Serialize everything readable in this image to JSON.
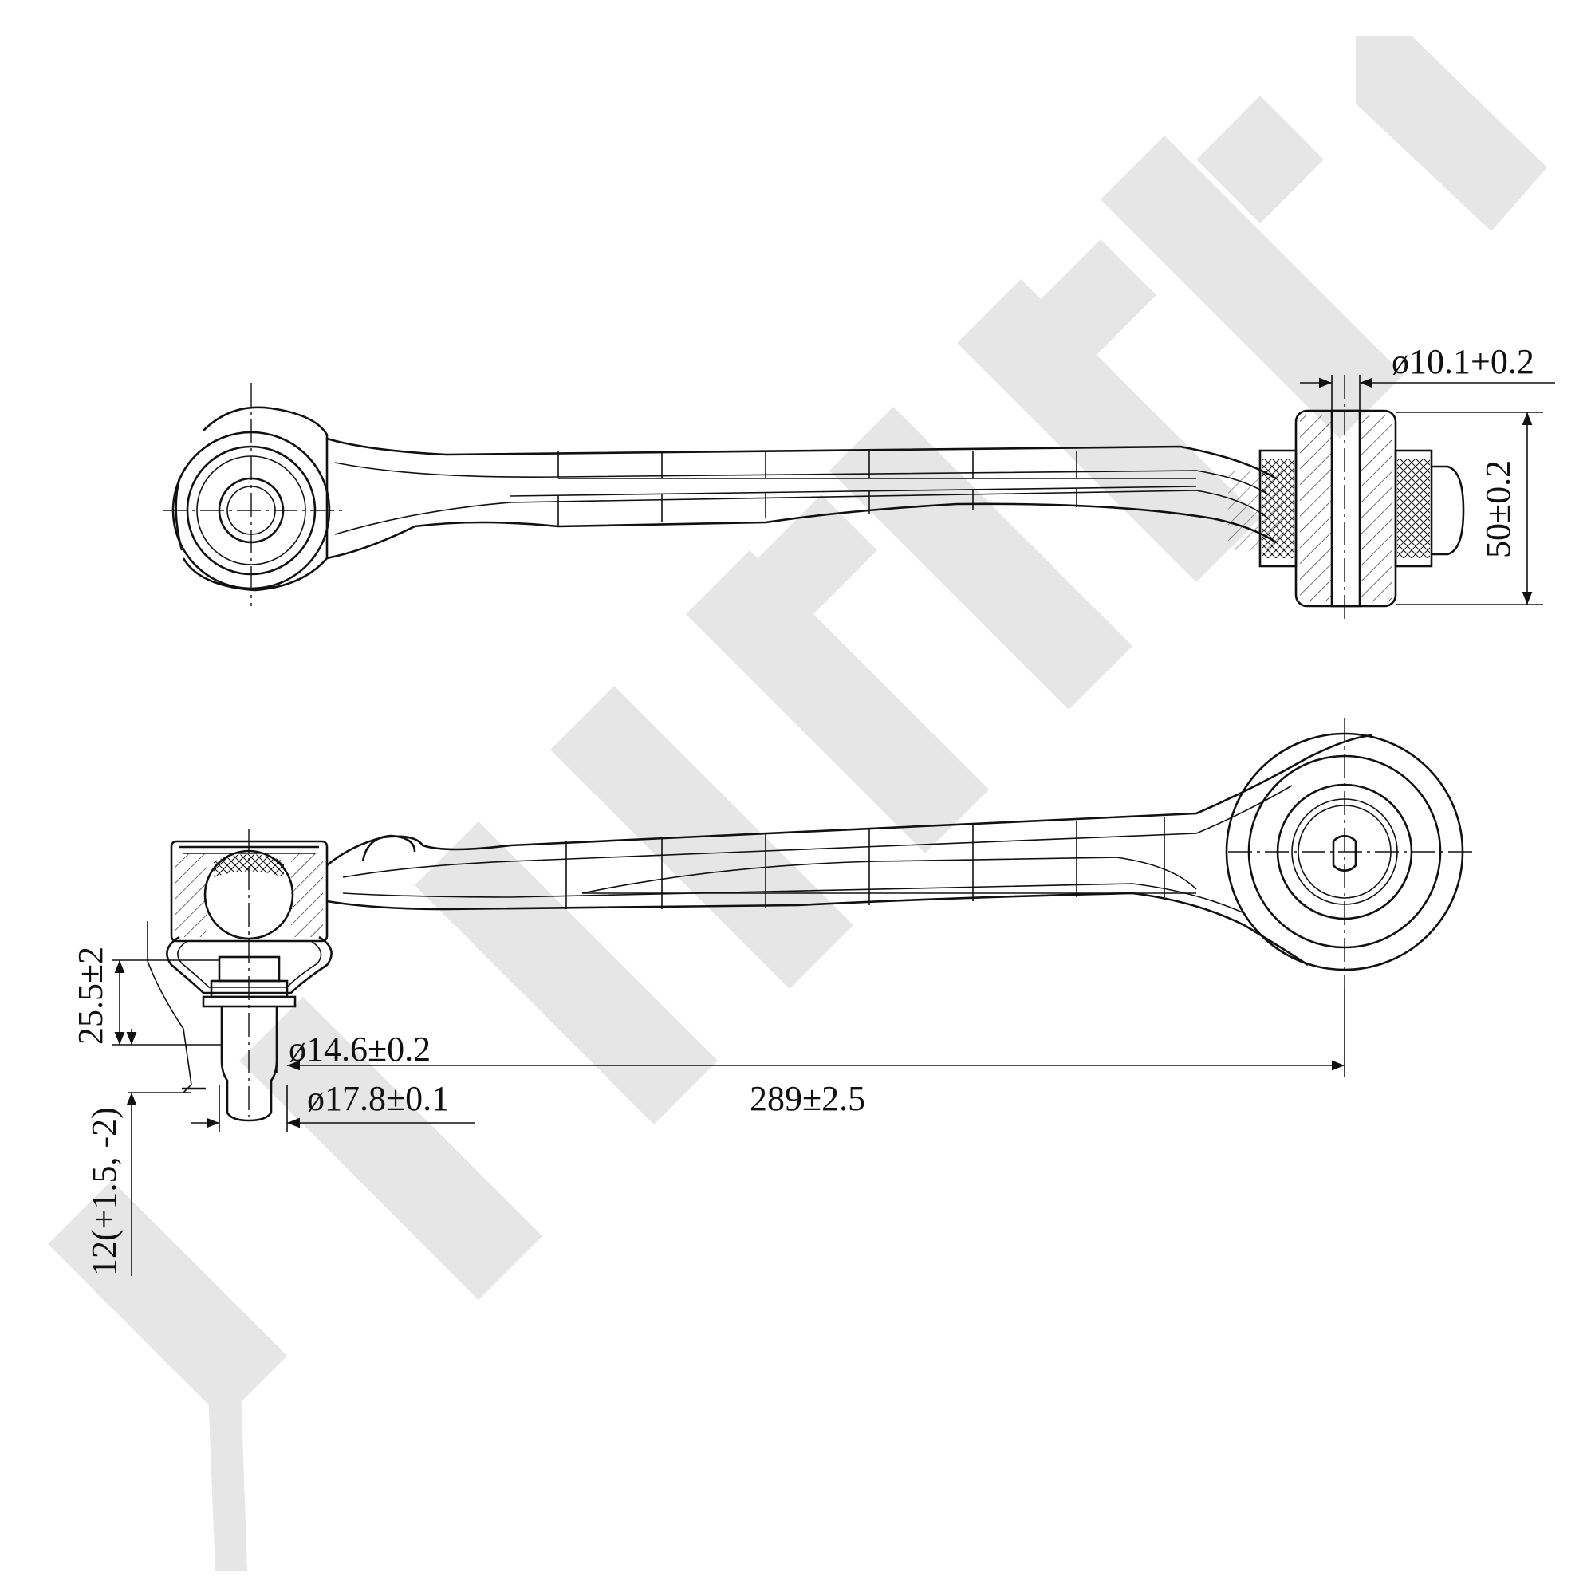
{
  "watermark": {
    "text": "ZENNEK",
    "color": "#e6e6e6"
  },
  "line_color": "#111111",
  "dimensions": {
    "bore_diameter": "ø10.1+0.2",
    "bushing_width": "50±0.2",
    "ball_height": "25.5±2",
    "stud_length": "12(+1.5, -2)",
    "stud_diameter_small": "ø14.6±0.2",
    "stud_diameter_large": "ø17.8±0.1",
    "center_distance": "289±2.5"
  }
}
